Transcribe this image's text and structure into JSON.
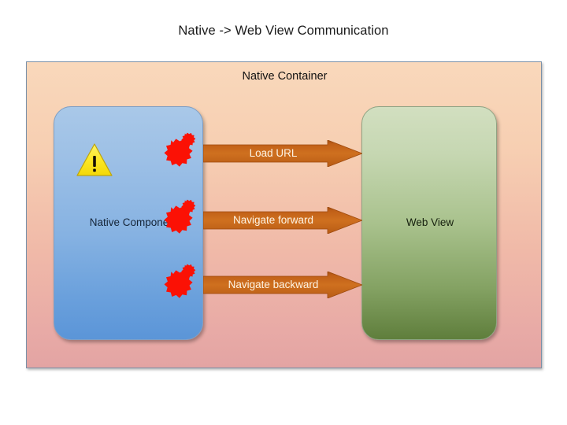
{
  "title": "Native -> Web View Communication",
  "container": {
    "label": "Native Container"
  },
  "native_component": {
    "label": "Native Compone",
    "full_label": "Native Compone",
    "warning_icon": "warning-triangle-icon",
    "warning_glyph": "!"
  },
  "web_view": {
    "label": "Web View"
  },
  "arrows": [
    {
      "label": "Load URL",
      "direction": "right"
    },
    {
      "label": "Navigate forward",
      "direction": "right"
    },
    {
      "label": "Navigate backward",
      "direction": "right"
    }
  ],
  "badges": [
    {
      "name": "starburst-badge"
    },
    {
      "name": "starburst-badge"
    },
    {
      "name": "starburst-badge"
    }
  ],
  "colors": {
    "container_top": "#f9d8bb",
    "container_bottom": "#e3a4a3",
    "native_component_top": "#a9c8e8",
    "native_component_bottom": "#5b95d8",
    "web_view_top": "#d2dfc0",
    "web_view_bottom": "#5f7e3c",
    "arrow": "#c4641a",
    "arrow_text": "#fdf3e4",
    "badge": "#fb1105",
    "warning_fill": "#fcea2b",
    "border": "#7a90a8"
  }
}
